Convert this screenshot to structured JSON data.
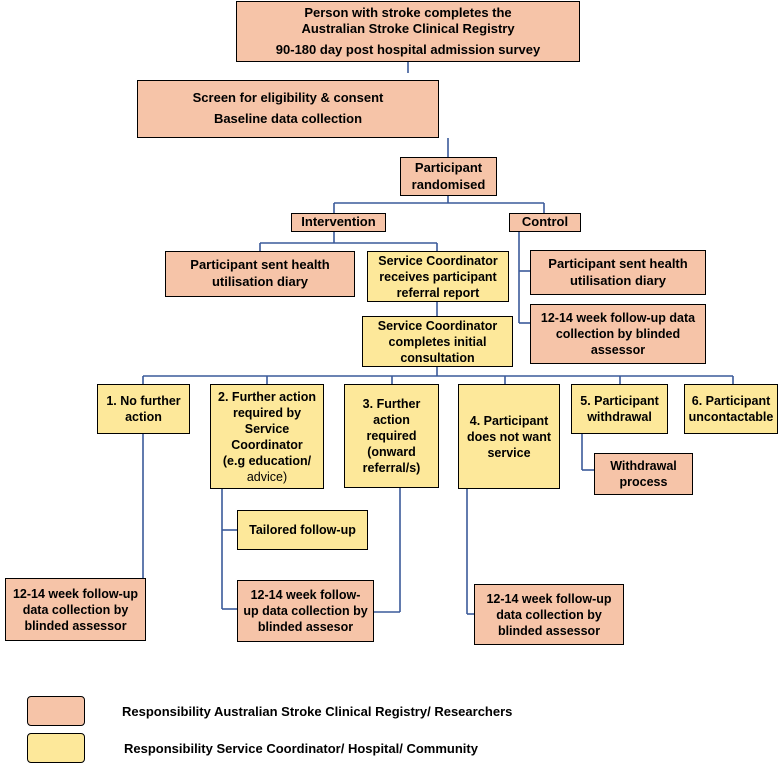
{
  "boxes": {
    "registry": [
      "Person with stroke completes the",
      "Australian Stroke Clinical Registry",
      "90-180 day post hospital admission survey"
    ],
    "screen": [
      "Screen for eligibility & consent",
      "Baseline data collection"
    ],
    "randomised": [
      "Participant",
      "randomised"
    ],
    "intervention": [
      "Intervention"
    ],
    "control": [
      "Control"
    ],
    "int_diary": [
      "Participant sent health",
      "utilisation diary"
    ],
    "sc_report": [
      "Service Coordinator",
      "receives participant",
      "referral report"
    ],
    "ctrl_diary": [
      "Participant sent health",
      "utilisation diary"
    ],
    "ctrl_followup": [
      "12-14 week follow-up data",
      "collection by blinded",
      "assessor"
    ],
    "sc_consult": [
      "Service Coordinator",
      "completes initial",
      "consultation"
    ],
    "opt1": [
      "1. No further",
      "action"
    ],
    "opt2": [
      "2. Further action",
      "required by",
      "Service",
      "Coordinator",
      "(e.g education/",
      "advice)"
    ],
    "opt3": [
      "3. Further",
      "action",
      "required",
      "(onward",
      "referral/s)"
    ],
    "opt4": [
      "4. Participant",
      "does not want",
      "service"
    ],
    "opt5": [
      "5. Participant",
      "withdrawal"
    ],
    "opt6": [
      "6. Participant",
      "uncontactable"
    ],
    "withdrawal": [
      "Withdrawal",
      "process"
    ],
    "tailored": [
      "Tailored follow-up"
    ],
    "fu1": [
      "12-14 week follow-up",
      "data collection by",
      "blinded assessor"
    ],
    "fu2": [
      "12-14 week follow-",
      "up data collection by",
      "blinded assesor"
    ],
    "fu4": [
      "12-14 week follow-up",
      "data collection by",
      "blinded assessor"
    ]
  },
  "legend": {
    "registry": "Responsibility Australian Stroke Clinical Registry/ Researchers",
    "service": "Responsibility Service Coordinator/ Hospital/ Community"
  },
  "colors": {
    "registry": "#f6c4a8",
    "service": "#fde89a",
    "connector": "#3a5a9a"
  }
}
